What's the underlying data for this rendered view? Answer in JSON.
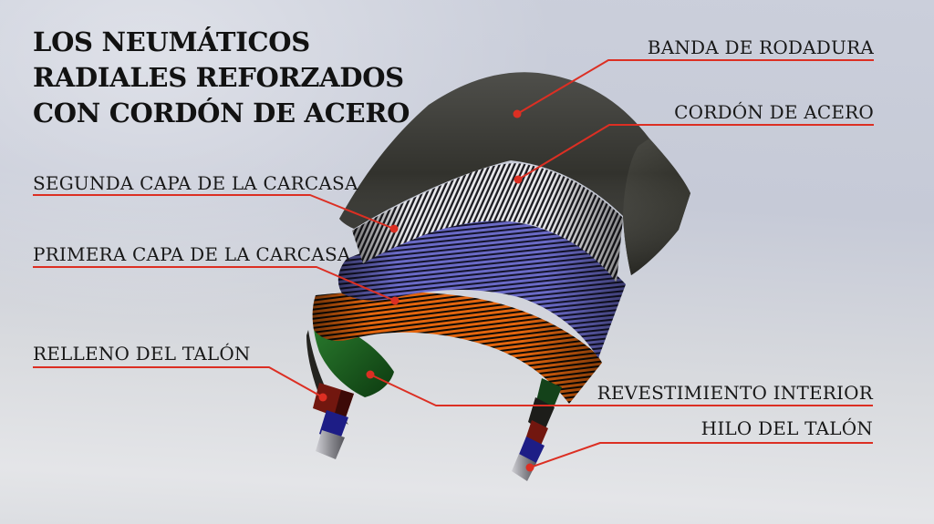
{
  "title": {
    "lines": [
      "LOS NEUMÁTICOS",
      "RADIALES REFORZADOS",
      "CON CORDÓN DE ACERO"
    ]
  },
  "labels": {
    "banda_de_rodadura": "BANDA DE RODADURA",
    "cordon_de_acero": "CORDÓN DE ACERO",
    "segunda_capa_de_la_carcasa": "SEGUNDA CAPA DE LA CARCASA",
    "primera_capa_de_la_carcasa": "PRIMERA CAPA DE LA CARCASA",
    "relleno_del_talon": "RELLENO DEL TALÓN",
    "revestimiento_interior": "REVESTIMIENTO INTERIOR",
    "hilo_del_talon": "HILO DEL TALÓN"
  },
  "colors": {
    "leader_red": "#dc2f23",
    "text_dark": "#181818",
    "tread_black": "#32322d",
    "steel_cord_white": "#e9e9ec",
    "carcass_blue": "#6a6ac6",
    "carcass_orange": "#e3650e",
    "inner_liner_green": "#1d6120",
    "bead_filler_maroon": "#72170f",
    "bead_navy": "#1d1d86",
    "bead_wire_silver": "#a9a9ae"
  },
  "diagram": {
    "type": "3d-tire-cutaway"
  }
}
